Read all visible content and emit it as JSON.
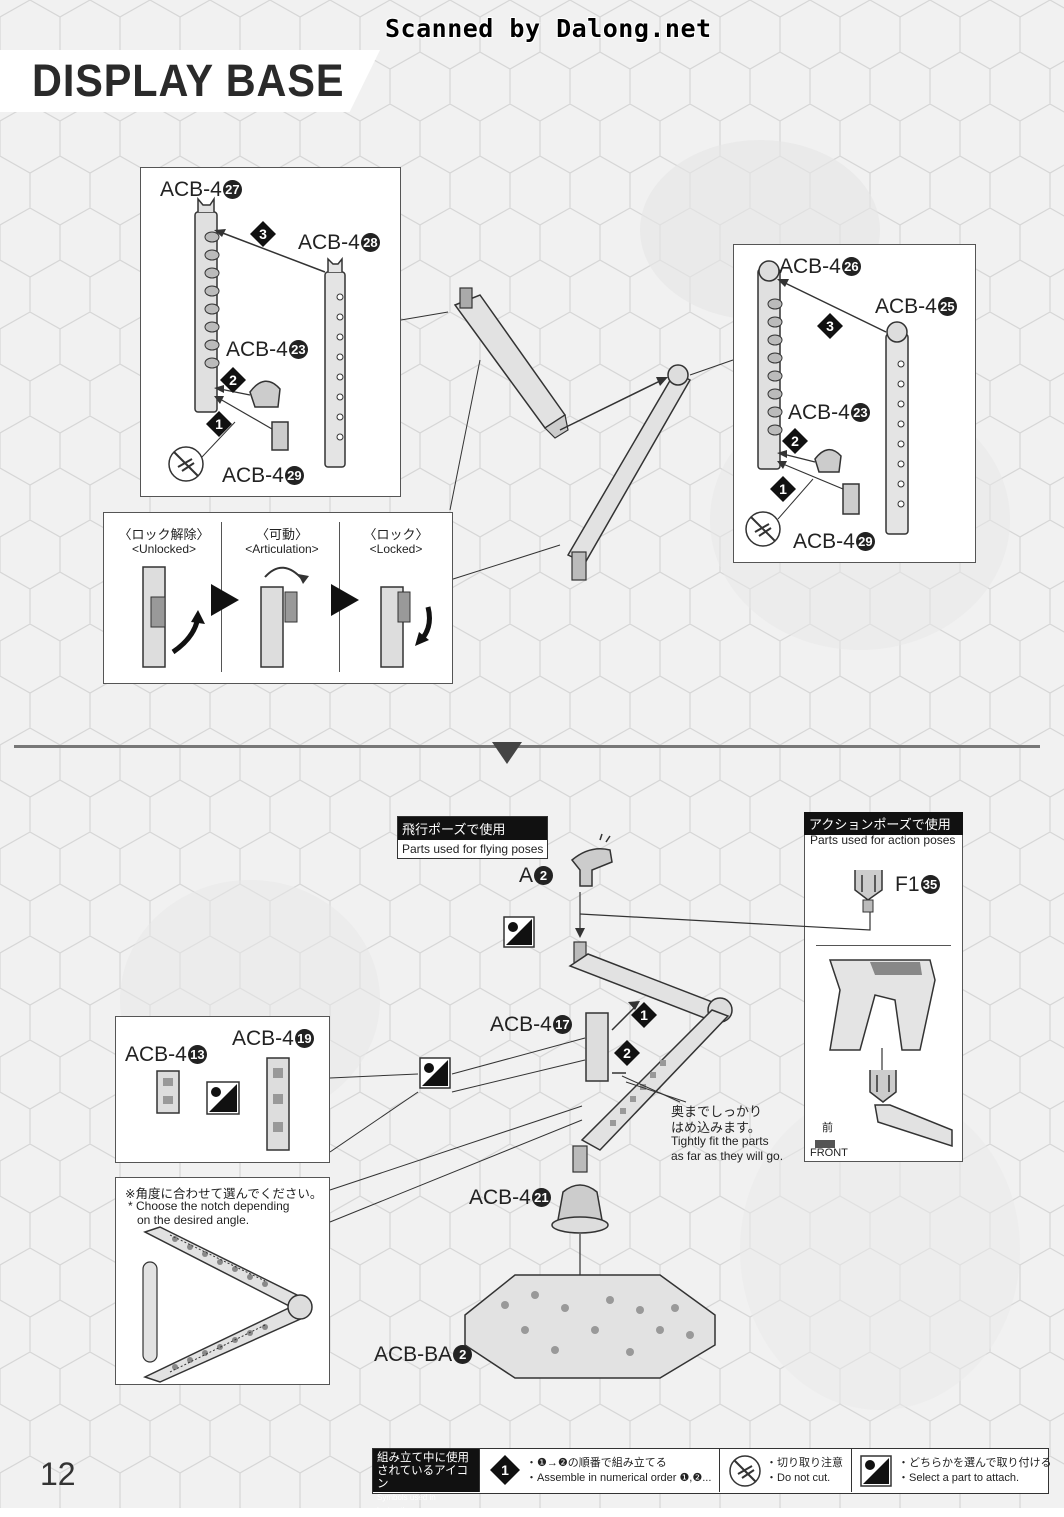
{
  "watermark": "Scanned by Dalong.net",
  "page_title": "DISPLAY BASE",
  "page_number": "12",
  "upper_left_box": {
    "label_top": "ACB-4",
    "num_top": "27",
    "label_right": "ACB-4",
    "num_right": "28",
    "label_cap": "ACB-4",
    "num_cap": "23",
    "label_peg": "ACB-4",
    "num_peg": "29",
    "steps": [
      "3",
      "2",
      "1"
    ]
  },
  "upper_right_box": {
    "label_top": "ACB-4",
    "num_top": "26",
    "label_right": "ACB-4",
    "num_right": "25",
    "label_cap": "ACB-4",
    "num_cap": "23",
    "label_peg": "ACB-4",
    "num_peg": "29",
    "steps": [
      "3",
      "2",
      "1"
    ]
  },
  "lock_states": [
    {
      "jp": "〈ロック解除〉",
      "en": "<Unlocked>"
    },
    {
      "jp": "〈可動〉",
      "en": "<Articulation>"
    },
    {
      "jp": "〈ロック〉",
      "en": "<Locked>"
    }
  ],
  "flying_tag": {
    "jp": "飛行ポーズで使用",
    "en": "Parts used for flying poses"
  },
  "action_tag": {
    "jp": "アクションポーズで使用",
    "en": "Parts used for action poses"
  },
  "part_A": {
    "label": "A",
    "num": "2"
  },
  "part_F1": {
    "label": "F1",
    "num": "35"
  },
  "part_acb17": {
    "label": "ACB-4",
    "num": "17"
  },
  "part_acb13": {
    "label": "ACB-4",
    "num": "13"
  },
  "part_acb19": {
    "label": "ACB-4",
    "num": "19"
  },
  "part_acb21": {
    "label": "ACB-4",
    "num": "21"
  },
  "part_base": {
    "label": "ACB-BA",
    "num": "2"
  },
  "fit_note": {
    "jp1": "奥までしっかり",
    "jp2": "はめ込みます。",
    "en1": "Tightly fit the parts",
    "en2": "as far as they will go."
  },
  "angle_note": {
    "jp": "※角度に合わせて選んでください。",
    "en1": "* Choose the notch depending",
    "en2": "on the desired angle."
  },
  "front_label": {
    "jp": "前",
    "en": "FRONT"
  },
  "lower_steps": [
    "1",
    "2"
  ],
  "legend": {
    "head1": "組み立て中に使用",
    "head2": "されているアイコン",
    "head3": "Symbols used in instructions",
    "order_jp": "・❶→❷の順番で組み立てる",
    "order_en": "・Assemble in numerical order ❶,❷...",
    "cut_jp": "・切り取り注意",
    "cut_en": "・Do not cut.",
    "select_jp": "・どちらかを選んで取り付ける",
    "select_en": "・Select a part to attach."
  }
}
